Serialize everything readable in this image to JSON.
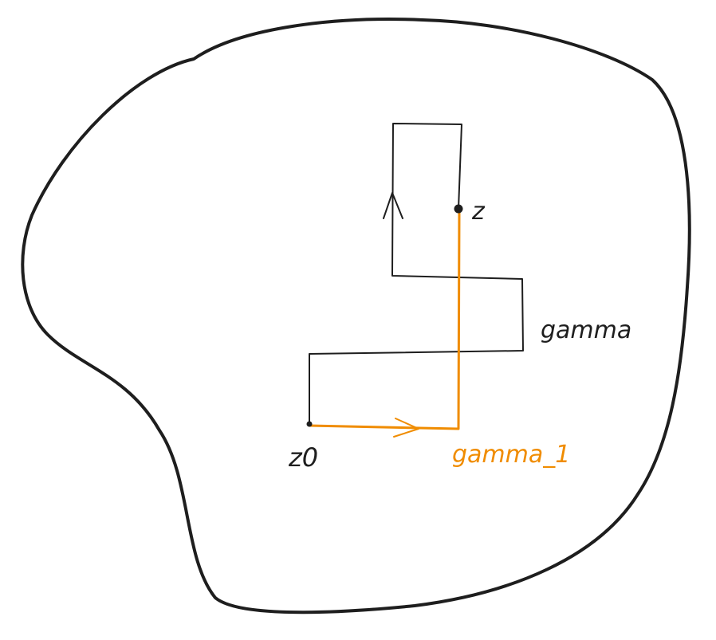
{
  "labels": {
    "z": "z",
    "z0": "z0",
    "gamma": "gamma",
    "gamma_1": "gamma_1"
  },
  "colors": {
    "ink": "#1e1e1e",
    "accent": "#f08c00",
    "background": "#ffffff"
  }
}
